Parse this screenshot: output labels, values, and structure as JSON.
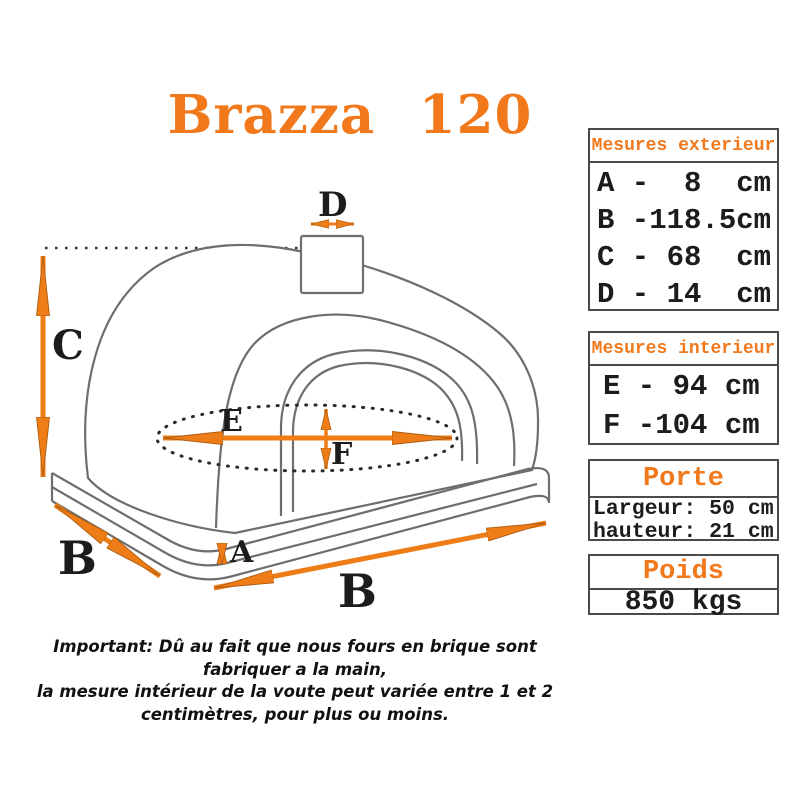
{
  "title": "Brazza 120",
  "diagram": {
    "labels": {
      "a": "A",
      "b_left": "B",
      "b_bottom": "B",
      "c": "C",
      "d": "D",
      "e": "E",
      "f": "F"
    }
  },
  "panels": [
    {
      "header": "Mesures exterieur",
      "rows": [
        "A -  8  cm",
        "B -118.5cm",
        "C - 68  cm",
        "D - 14  cm"
      ]
    },
    {
      "header": "Mesures interieur",
      "rows": [
        "E - 94 cm",
        "F -104 cm"
      ]
    },
    {
      "header": "Porte",
      "rows": [
        "Largeur: 50 cm",
        "hauteur: 21 cm"
      ]
    },
    {
      "header": "Poids",
      "rows": [
        "850 kgs"
      ]
    }
  ],
  "note": {
    "line1": "Important: Dû au fait que nous fours en brique sont fabriquer a la main,",
    "line2": "la mesure intérieur de la voute peut variée entre 1 et 2 centimètres, pour plus ou moins."
  },
  "colors": {
    "accent": "#F1791C",
    "arrow": "#EE7D17",
    "arrow_outline": "#AD5C0F",
    "line": "#6e6e6e",
    "text": "#1c1c1c"
  }
}
